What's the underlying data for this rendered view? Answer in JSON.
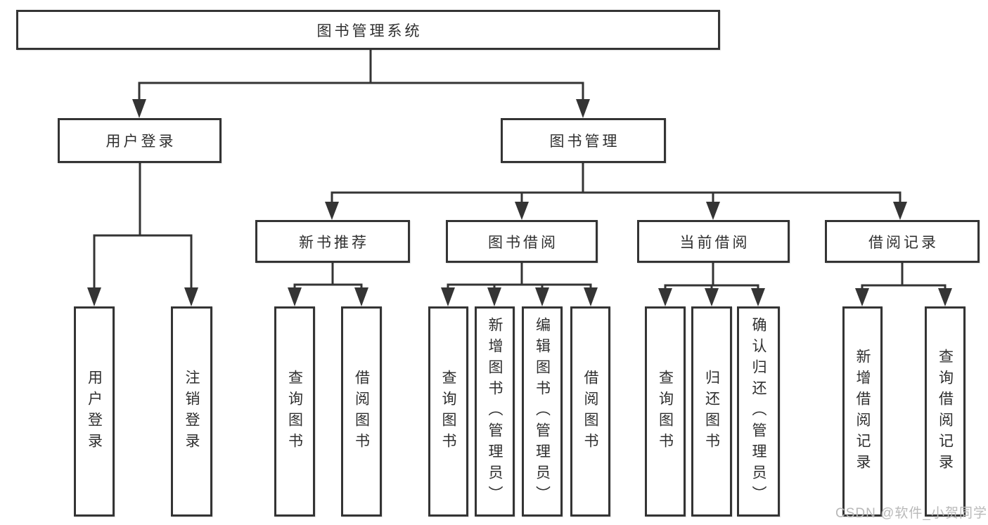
{
  "colors": {
    "line": "#343434",
    "box_border": "#343434",
    "text": "#2f2f2f",
    "watermark_text_color": "#b9b9b9",
    "background": "#ffffff"
  },
  "tree": {
    "root": {
      "label": "图书管理系统"
    },
    "level2": [
      {
        "label": "用户登录"
      },
      {
        "label": "图书管理"
      }
    ],
    "level3": [
      {
        "label": "新书推荐"
      },
      {
        "label": "图书借阅"
      },
      {
        "label": "当前借阅"
      },
      {
        "label": "借阅记录"
      }
    ],
    "leaves": [
      {
        "label": "用户登录"
      },
      {
        "label": "注销登录"
      },
      {
        "label": "查询图书"
      },
      {
        "label": "借阅图书"
      },
      {
        "label": "查询图书"
      },
      {
        "label": "新增图书（管理员）"
      },
      {
        "label": "编辑图书（管理员）"
      },
      {
        "label": "借阅图书"
      },
      {
        "label": "查询图书"
      },
      {
        "label": "归还图书"
      },
      {
        "label": "确认归还（管理员）"
      },
      {
        "label": "新增借阅记录"
      },
      {
        "label": "查询借阅记录"
      }
    ]
  },
  "watermark": {
    "text": "CSDN @软件_小贺同学"
  }
}
